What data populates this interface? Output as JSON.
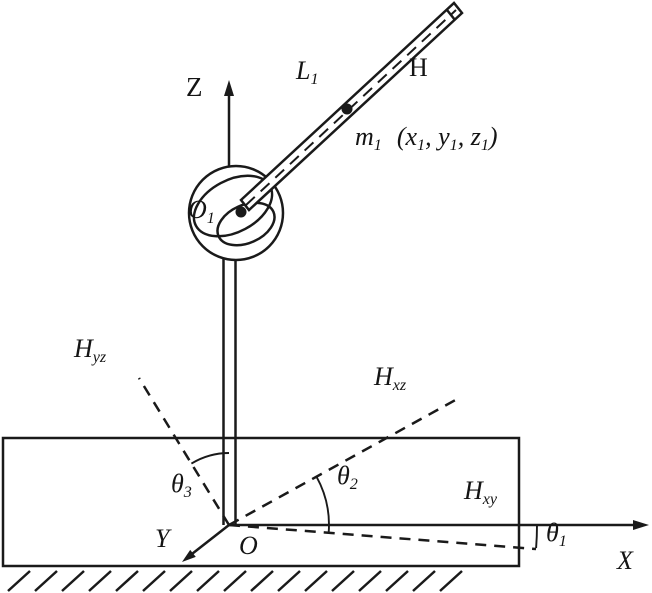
{
  "figure": {
    "background": "#ffffff",
    "line_color": "#1a1a1a",
    "description_labels_only": "spherical-joint pendulum rod diagram with axes, projections and angles"
  },
  "labels": {
    "z_axis": "Z",
    "x_axis": "X",
    "y_axis": "Y",
    "origin": "O",
    "joint_origin": {
      "base": "O",
      "sub": "1"
    },
    "rod_half_length": {
      "base": "L",
      "sub": "1"
    },
    "rod_end": "H",
    "mass": {
      "base": "m",
      "sub": "1"
    },
    "mass_coords": [
      "(x",
      "1",
      ", y",
      "1",
      ", z",
      "1",
      ")"
    ],
    "projection_yz": {
      "base": "H",
      "sub": "yz"
    },
    "projection_xz": {
      "base": "H",
      "sub": "xz"
    },
    "projection_xy": {
      "base": "H",
      "sub": "xy"
    },
    "angle_theta3": {
      "base": "θ",
      "sub": "3"
    },
    "angle_theta2": {
      "base": "θ",
      "sub": "2"
    },
    "angle_theta1": {
      "base": "θ",
      "sub": "1"
    }
  }
}
